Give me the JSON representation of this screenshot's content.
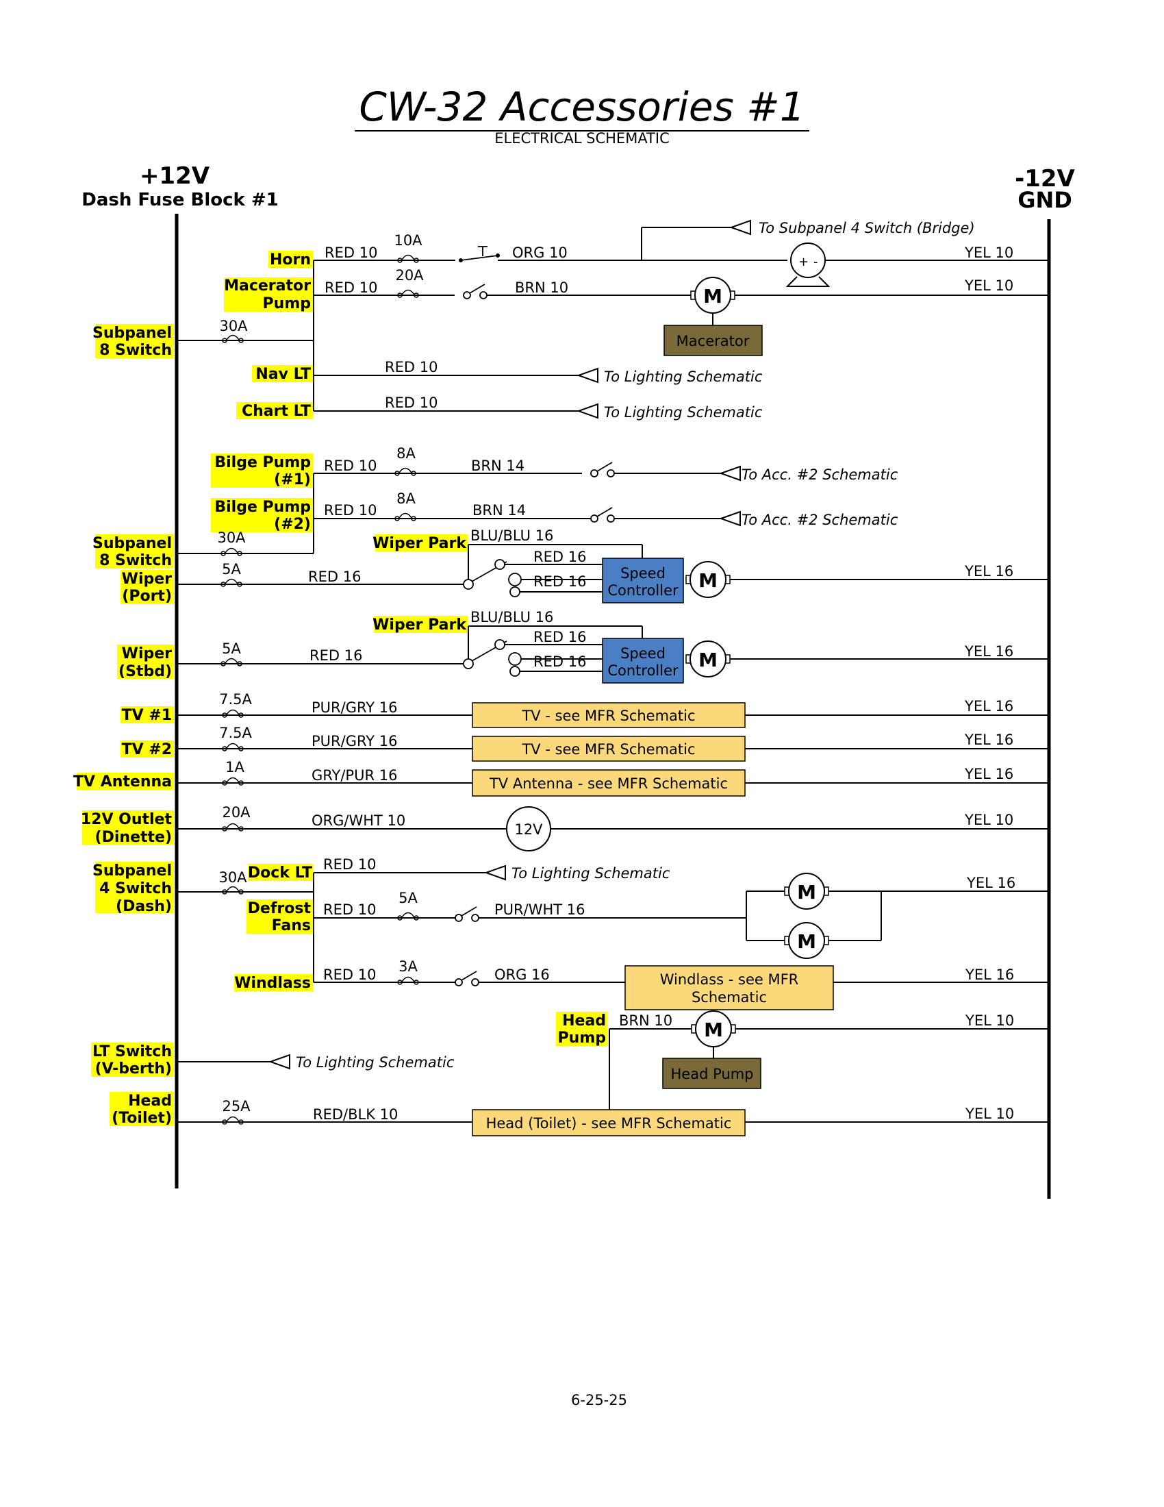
{
  "title": "CW-32 Accessories #1",
  "subtitle": "ELECTRICAL SCHEMATIC",
  "footer_date": "6-25-25",
  "rails": {
    "positive_volt": "+12V",
    "positive_name": "Dash Fuse Block #1",
    "negative_volt": "-12V",
    "negative_name": "GND"
  },
  "labels": {
    "horn": "Horn",
    "macerator_1": "Macerator",
    "macerator_2": "Pump",
    "subpanel8_a_1": "Subpanel",
    "subpanel8_a_2": "8 Switch",
    "nav_lt": "Nav LT",
    "chart_lt": "Chart LT",
    "bilge1_1": "Bilge Pump",
    "bilge1_2": "(#1)",
    "bilge2_1": "Bilge Pump",
    "bilge2_2": "(#2)",
    "subpanel8_b_1": "Subpanel",
    "subpanel8_b_2": "8 Switch",
    "wiper_park_1": "Wiper Park",
    "wiper_port_1": "Wiper",
    "wiper_port_2": "(Port)",
    "wiper_park_2": "Wiper Park",
    "wiper_stbd_1": "Wiper",
    "wiper_stbd_2": "(Stbd)",
    "tv1": "TV #1",
    "tv2": "TV #2",
    "tv_antenna": "TV Antenna",
    "outlet_1": "12V Outlet",
    "outlet_2": "(Dinette)",
    "subpanel4_1": "Subpanel",
    "subpanel4_2": "4 Switch",
    "subpanel4_3": "(Dash)",
    "dock_lt": "Dock LT",
    "defrost_1": "Defrost",
    "defrost_2": "Fans",
    "windlass": "Windlass",
    "head_pump_1": "Head",
    "head_pump_2": "Pump",
    "lt_switch_1": "LT Switch",
    "lt_switch_2": "(V-berth)",
    "head_toilet_1": "Head",
    "head_toilet_2": "(Toilet)"
  },
  "fuses": {
    "horn": "10A",
    "macerator": "20A",
    "subpanel8_a": "30A",
    "bilge1": "8A",
    "bilge2": "8A",
    "subpanel8_b": "30A",
    "wiper_port": "5A",
    "wiper_stbd": "5A",
    "tv1": "7.5A",
    "tv2": "7.5A",
    "tv_antenna": "1A",
    "outlet": "20A",
    "subpanel4": "30A",
    "defrost": "5A",
    "windlass": "3A",
    "head": "25A"
  },
  "wires": {
    "horn_in": "RED 10",
    "horn_out": "ORG 10",
    "horn_gnd": "YEL 10",
    "mac_in": "RED 10",
    "mac_out": "BRN 10",
    "mac_gnd": "YEL 10",
    "nav": "RED 10",
    "chart": "RED 10",
    "bilge1_in": "RED 10",
    "bilge1_out": "BRN 14",
    "bilge2_in": "RED 10",
    "bilge2_out": "BRN 14",
    "park_port": "BLU/BLU 16",
    "port_a": "RED 16",
    "port_b": "RED 16",
    "port_in": "RED 16",
    "port_gnd": "YEL 16",
    "park_stbd": "BLU/BLU 16",
    "stbd_a": "RED 16",
    "stbd_b": "RED 16",
    "stbd_in": "RED 16",
    "stbd_gnd": "YEL 16",
    "tv1": "PUR/GRY 16",
    "tv1_gnd": "YEL 16",
    "tv2": "PUR/GRY 16",
    "tv2_gnd": "YEL 16",
    "ant": "GRY/PUR 16",
    "ant_gnd": "YEL 16",
    "outlet": "ORG/WHT 10",
    "outlet_gnd": "YEL 10",
    "dock": "RED 10",
    "defrost_in": "RED 10",
    "defrost_out": "PUR/WHT 16",
    "defrost_gnd": "YEL 16",
    "windlass_in": "RED 10",
    "windlass_out": "ORG 16",
    "windlass_gnd": "YEL 16",
    "headpump": "BRN 10",
    "headpump_gnd": "YEL 10",
    "head": "RED/BLK 10",
    "head_gnd": "YEL 10"
  },
  "refs": {
    "subpanel4_bridge": "To Subpanel 4 Switch (Bridge)",
    "nav": "To Lighting Schematic",
    "chart": "To Lighting Schematic",
    "bilge1": "To Acc. #2 Schematic",
    "bilge2": "To Acc. #2 Schematic",
    "dock": "To Lighting Schematic",
    "lt_switch": "To Lighting Schematic"
  },
  "components": {
    "macerator": "Macerator",
    "speed_port_1": "Speed",
    "speed_port_2": "Controller",
    "speed_stbd_1": "Speed",
    "speed_stbd_2": "Controller",
    "tv1": "TV - see MFR Schematic",
    "tv2": "TV - see MFR Schematic",
    "tv_antenna": "TV Antenna - see MFR Schematic",
    "outlet": "12V",
    "windlass_1": "Windlass - see MFR",
    "windlass_2": "Schematic",
    "head_pump": "Head Pump",
    "head_toilet": "Head (Toilet) - see MFR Schematic",
    "motor": "M",
    "horn_plus": "+",
    "horn_minus": "-"
  },
  "colors": {
    "highlight": "#ffff00",
    "motor_box": "#7a6a3a",
    "speed_controller": "#4a7fc6",
    "mfr_box": "#fbd97a"
  }
}
